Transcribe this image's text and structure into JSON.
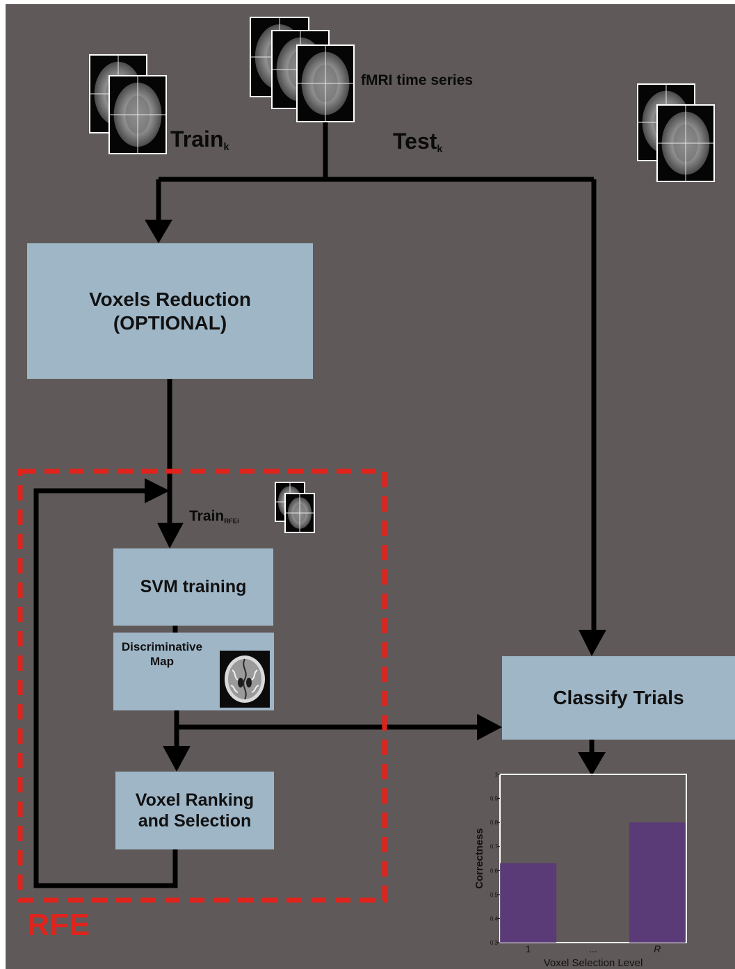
{
  "labels": {
    "fmri": "fMRI time series",
    "train_main": "Train",
    "train_sub": "k",
    "test_main": "Test",
    "test_sub": "k",
    "train_rfe_main": "Train",
    "train_rfe_sub": "RFEi",
    "rfe": "RFE"
  },
  "boxes": {
    "voxels_reduction": [
      "Voxels Reduction",
      "(OPTIONAL)"
    ],
    "svm_training": "SVM training",
    "discriminative_map": [
      "Discriminative",
      "Map"
    ],
    "voxel_ranking": [
      "Voxel Ranking",
      "and Selection"
    ],
    "classify_trials": "Classify Trials"
  },
  "colors": {
    "background": "#5f5a59",
    "box_fill": "#9fb6c7",
    "arrow": "#000000",
    "rfe_red": "#e0231c",
    "bar_purple": "#5b3a78"
  },
  "icons": [
    "brain-scan-icon",
    "brain-slice-icon"
  ],
  "chart_data": {
    "type": "bar",
    "categories": [
      "1",
      "...",
      "R"
    ],
    "values": [
      0.63,
      null,
      0.8
    ],
    "xlabel": "Voxel Selection Level",
    "ylabel": "Correctness",
    "ylim": [
      0.3,
      1
    ],
    "yticks": [
      "0.3",
      "0.4",
      "0.5",
      "0.6",
      "0.7",
      "0.8",
      "0.9",
      "1"
    ]
  }
}
